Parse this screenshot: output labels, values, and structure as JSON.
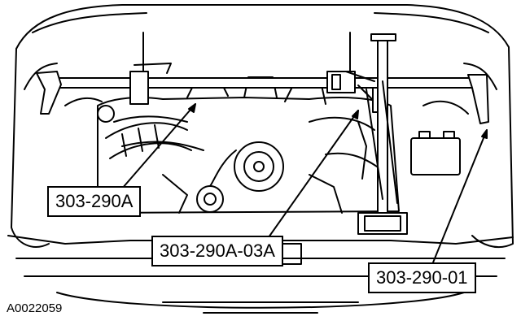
{
  "labels": {
    "tool_a": "303-290A",
    "tool_b": "303-290A-03A",
    "tool_c": "303-290-01"
  },
  "figure_id": "A0022059",
  "colors": {
    "ink": "#000000",
    "paper": "#ffffff"
  }
}
